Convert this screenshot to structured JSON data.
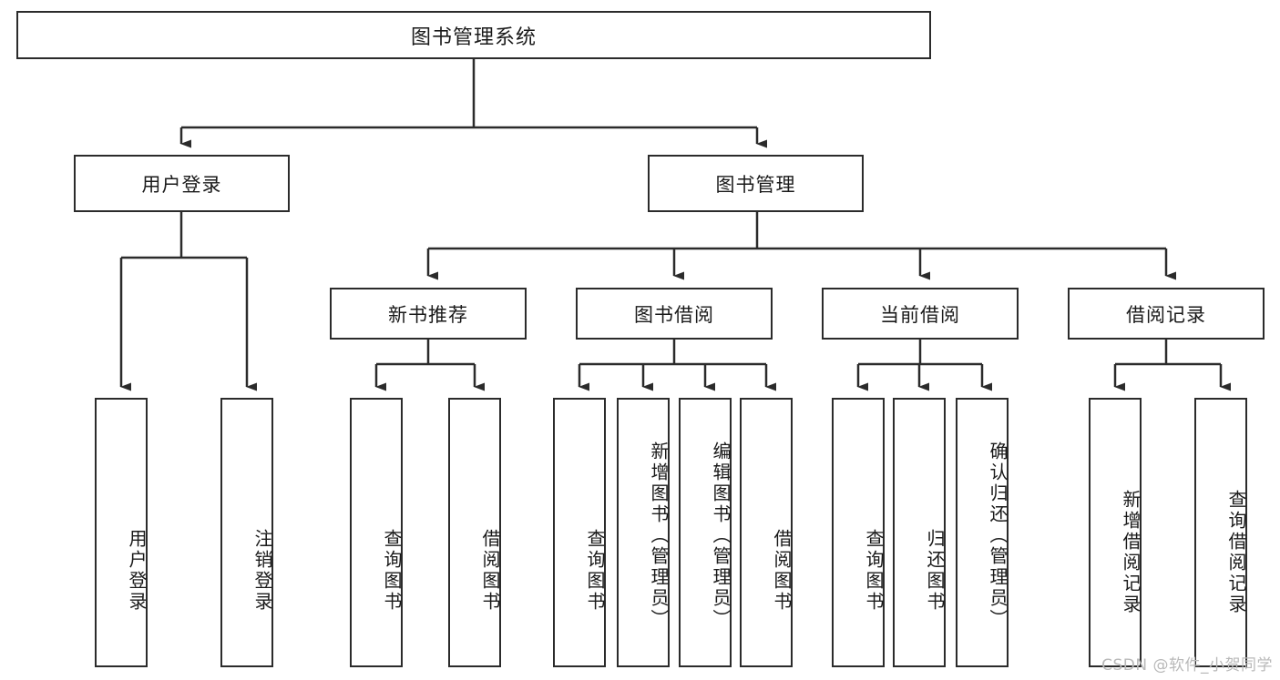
{
  "diagram": {
    "title": "图书管理系统",
    "watermark": "CSDN @软件_小贺同学",
    "style": {
      "stroke": "#2b2b2b",
      "fill": "#ffffff",
      "text": "#1a1a1a",
      "watermark_color": "#b9b9b9"
    },
    "levels": {
      "root": {
        "label": "图书管理系统"
      },
      "level2": [
        {
          "id": "user-login",
          "label": "用户登录"
        },
        {
          "id": "book-manage",
          "label": "图书管理"
        }
      ],
      "level3": [
        {
          "id": "new-book-recommend",
          "label": "新书推荐",
          "parent": "book-manage"
        },
        {
          "id": "book-borrow",
          "label": "图书借阅",
          "parent": "book-manage"
        },
        {
          "id": "current-borrow",
          "label": "当前借阅",
          "parent": "book-manage"
        },
        {
          "id": "borrow-record",
          "label": "借阅记录",
          "parent": "book-manage"
        }
      ],
      "leaves": [
        {
          "id": "leaf-user-login",
          "label": "用户登录",
          "parent": "user-login"
        },
        {
          "id": "leaf-logout-login",
          "label": "注销登录",
          "parent": "user-login"
        },
        {
          "id": "leaf-query-book-1",
          "label": "查询图书",
          "parent": "new-book-recommend"
        },
        {
          "id": "leaf-borrow-book-1",
          "label": "借阅图书",
          "parent": "new-book-recommend"
        },
        {
          "id": "leaf-query-book-2",
          "label": "查询图书",
          "parent": "book-borrow"
        },
        {
          "id": "leaf-add-book",
          "label": "新增图书（管理员）",
          "parent": "book-borrow"
        },
        {
          "id": "leaf-edit-book",
          "label": "编辑图书（管理员）",
          "parent": "book-borrow"
        },
        {
          "id": "leaf-borrow-book-2",
          "label": "借阅图书",
          "parent": "book-borrow"
        },
        {
          "id": "leaf-query-book-3",
          "label": "查询图书",
          "parent": "current-borrow"
        },
        {
          "id": "leaf-return-book",
          "label": "归还图书",
          "parent": "current-borrow"
        },
        {
          "id": "leaf-confirm-return",
          "label": "确认归还（管理员）",
          "parent": "current-borrow"
        },
        {
          "id": "leaf-add-record",
          "label": "新增借阅记录",
          "parent": "borrow-record"
        },
        {
          "id": "leaf-query-record",
          "label": "查询借阅记录",
          "parent": "borrow-record"
        }
      ]
    }
  }
}
